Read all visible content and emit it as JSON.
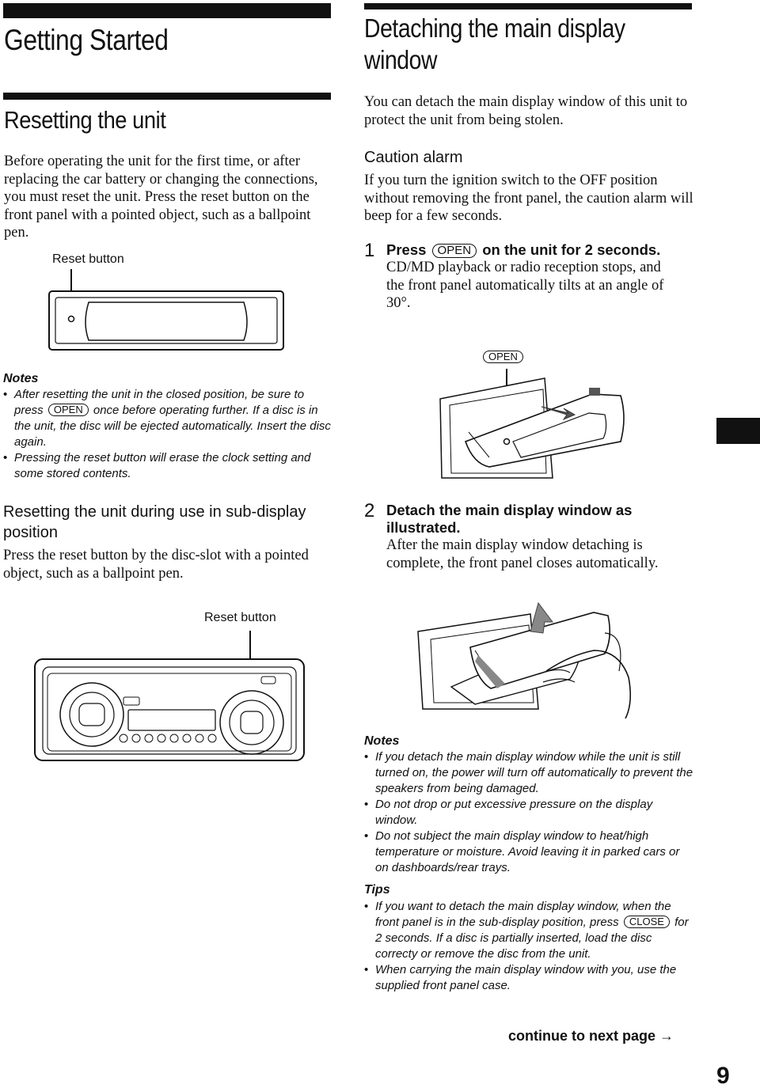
{
  "left": {
    "section_title": "Getting Started",
    "reset_heading": "Resetting the unit",
    "reset_body": "Before operating the unit for the first time, or after replacing the car battery or changing the connections, you must reset the unit. Press the reset button on the front panel with a pointed object, such as a ballpoint pen.",
    "reset_button_label": "Reset button",
    "notes_title": "Notes",
    "note1_a": "After resetting the unit in the closed position, be sure to press",
    "note1_key": "OPEN",
    "note1_b": "once before operating further. If a disc is in the unit, the disc will be ejected automatically. Insert the disc again.",
    "note2": "Pressing the reset button will erase the clock setting and some stored contents.",
    "subdisplay_heading": "Resetting the unit during use in sub-display position",
    "subdisplay_body": "Press the reset button by the disc-slot with a pointed object, such as a ballpoint pen.",
    "reset_button_label2": "Reset button"
  },
  "right": {
    "detach_heading_line1": "Detaching the main display",
    "detach_heading_line2": "window",
    "detach_body": "You can detach the main display window of this unit to protect the unit from being stolen.",
    "caution_heading": "Caution alarm",
    "caution_body": "If you turn the ignition switch to the OFF position without removing the front panel, the caution alarm will beep for a few seconds.",
    "step1_num": "1",
    "step1_a": "Press",
    "step1_key": "OPEN",
    "step1_b": "on the unit for 2 seconds.",
    "step1_body": "CD/MD playback or radio reception stops, and the front panel automatically tilts at an angle of 30°.",
    "open_label": "OPEN",
    "step2_num": "2",
    "step2_title": "Detach the main display window as illustrated.",
    "step2_body": "After the main display window detaching is complete, the front panel closes automatically.",
    "notes_title": "Notes",
    "notes": [
      "If you detach the main display window while the unit is still turned on, the power will turn off automatically to prevent the speakers from being damaged.",
      "Do not drop or put excessive pressure on the display window.",
      "Do not subject the main display window to heat/high temperature or moisture. Avoid leaving it in parked cars or on dashboards/rear trays."
    ],
    "tips_title": "Tips",
    "tip1_a": "If you want to detach the main display window, when the front panel is in the sub-display position, press",
    "tip1_key": "CLOSE",
    "tip1_b": "for 2 seconds. If a disc is partially inserted, load the disc correcty or remove the disc from the unit.",
    "tip2": "When carrying the main display window with you, use the supplied front panel case.",
    "continue": "continue to next page",
    "continue_arrow": "→"
  },
  "page_number": "9"
}
